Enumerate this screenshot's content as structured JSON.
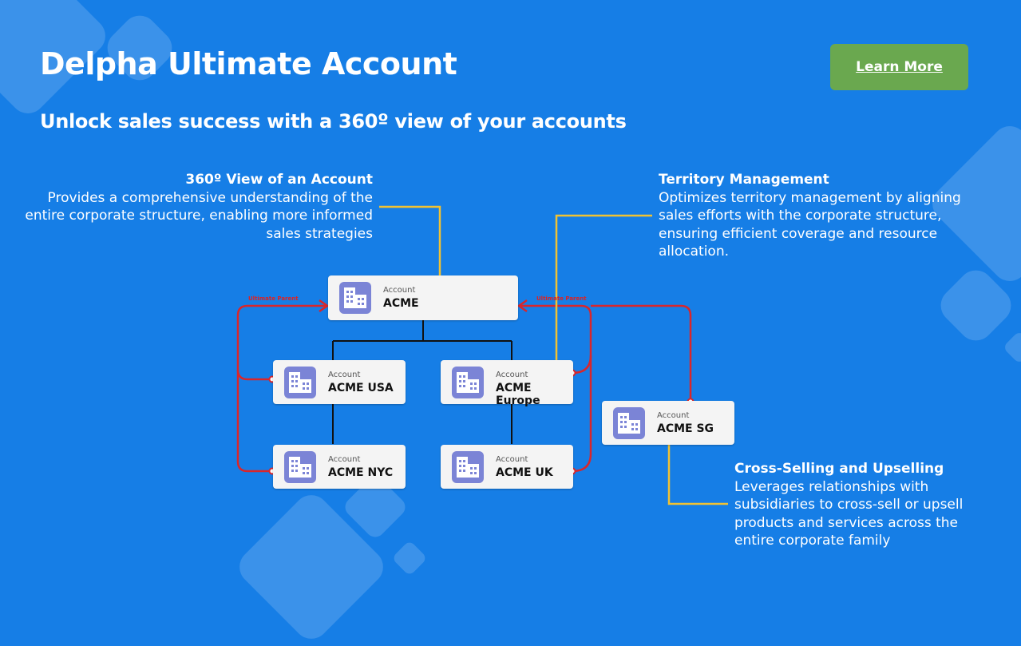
{
  "header": {
    "title": "Delpha Ultimate Account",
    "subtitle": "Unlock sales success with a 360º view of your accounts",
    "learn_more": "Learn More"
  },
  "callouts": {
    "view360": {
      "heading": "360º View of an Account",
      "body": "Provides a comprehensive understanding of the entire corporate structure, enabling more informed sales strategies"
    },
    "territory": {
      "heading": "Territory Management",
      "body": "Optimizes territory management by aligning sales efforts with the corporate structure, ensuring efficient coverage and resource allocation."
    },
    "crosssell": {
      "heading": "Cross-Selling and Upselling",
      "body": "Leverages relationships with subsidiaries to cross-sell or upsell products and services across the entire corporate family"
    }
  },
  "diagram": {
    "account_label": "Account",
    "ultimate_parent_label": "Ultimate Parent",
    "nodes": {
      "acme": "ACME",
      "acme_usa": "ACME USA",
      "acme_europe": "ACME Europe",
      "acme_nyc": "ACME NYC",
      "acme_uk": "ACME UK",
      "acme_sg": "ACME SG"
    }
  },
  "colors": {
    "background": "#167ee6",
    "button": "#6aa84f",
    "connector_yellow": "#f1c232",
    "parent_link_red": "#d9262b",
    "building_icon": "#7b84d6"
  },
  "icons": {
    "node_icon": "building-icon"
  }
}
